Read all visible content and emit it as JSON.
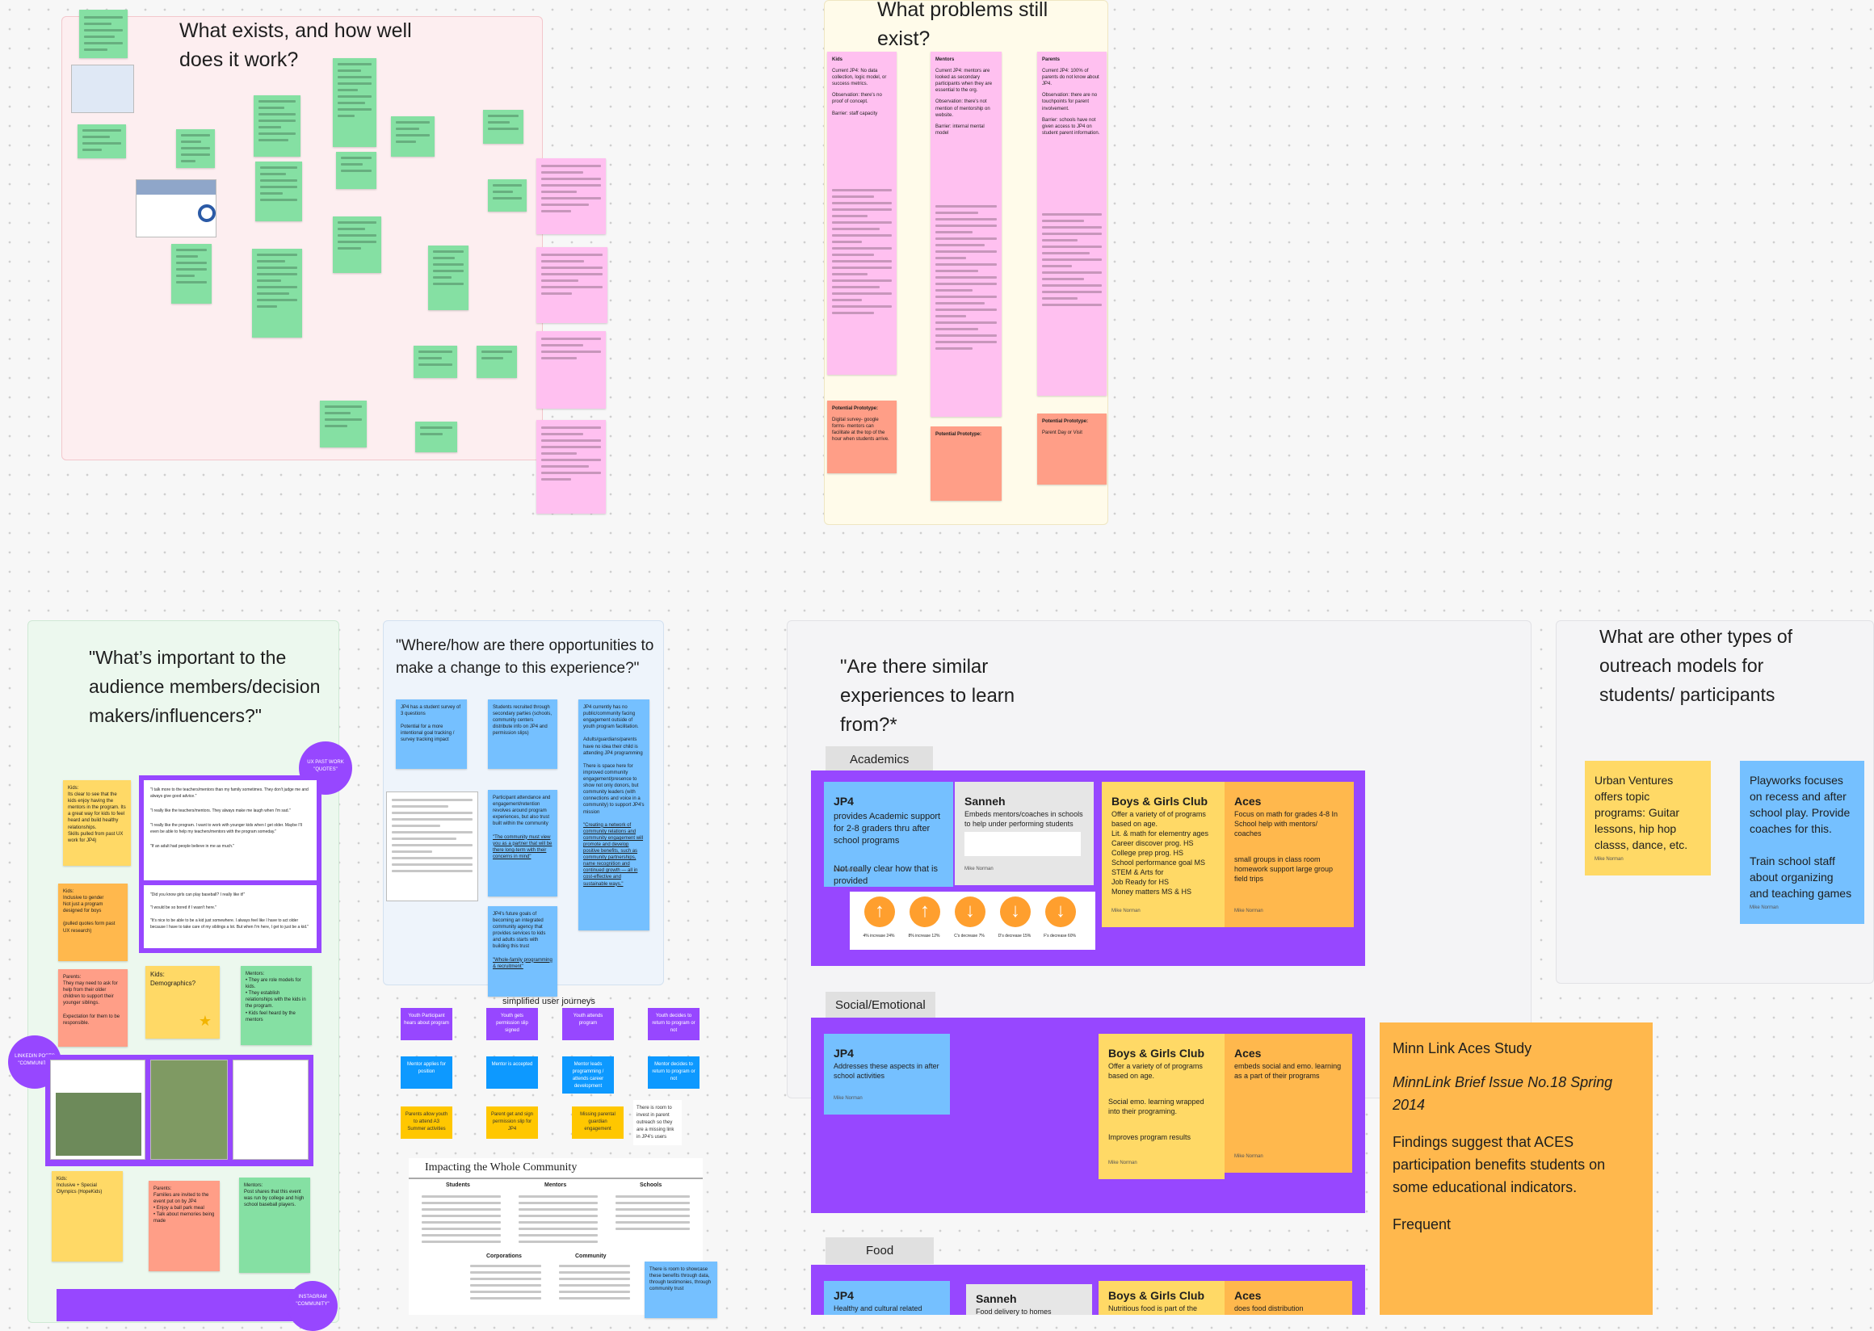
{
  "canvas": {
    "dot_color": "#cfcfcf",
    "background": "#f7f7f7"
  },
  "frames": {
    "what_exists": {
      "title": "What exists, and how well does it work?"
    },
    "problems": {
      "title": "What problems still exist?"
    },
    "important": {
      "title": "\"What’s important to the audience members/decision makers/influencers?\""
    },
    "opportunities": {
      "title": "\"Where/how are there opportunities to make a change to this experience?\""
    },
    "similar": {
      "title": "\"Are there similar experiences to learn from?*"
    },
    "outreach": {
      "title": "What are other types of outreach models for students/ participants"
    }
  },
  "problems": {
    "columns": [
      {
        "heading": "Kids",
        "current": "Current JP4: No data collection, logic model, or success metrics.",
        "observation": "Observation: there's no proof of concept.",
        "barrier": "Barrier: staff capacity",
        "prototype": "Potential Prototype:",
        "prototype_text": "Digital survey- google forms- mentors can facilitate at the top of the hour when students arrive."
      },
      {
        "heading": "Mentors",
        "current": "Current JP4: mentors are looked as secondary participants when they are essential to the org.",
        "observation": "Observation: there's not mention of mentorship on website.",
        "barrier": "Barrier: internal mental model",
        "prototype": "Potential Prototype:",
        "prototype_text": ""
      },
      {
        "heading": "Parents",
        "current": "Current JP4: 100% of parents do not know about JP4.",
        "observation": "Observation: there are no touchpoints for parent involvement.",
        "barrier": "Barrier: schools have not given access to JP4 on student parent information.",
        "prototype": "Potential Prototype:",
        "prototype_text": "Parent Day or Visit"
      }
    ]
  },
  "important": {
    "badge_top": "UX PAST WORK \"QUOTES\"",
    "badge_linkedin": "LINKEDIN POSTS \"COMMUNITY\"",
    "badge_instagram": "INSTAGRAM \"COMMUNITY\"",
    "kids_note": "Kids:\nIts clear to see that the kids enjoy having the mentors in the program. Its a great way for kids to feel heard and build healthy relationships.",
    "kids_note_source": "Skills pulled from past UX work for JP4)",
    "kids_gender": "Kids:\nInclusive to gender\nNot just a program designed for boys",
    "kids_gender_source": "(pulled quotes form past UX research)",
    "parents_note": "Parents:\nThey may need to ask for help from their older children to support their younger siblings.",
    "parents_expect": "Expectation for them to be responsible.",
    "kids_demo": "Kids:\nDemographics?",
    "mentors_note": "Mentors:\n• They are role models for kids.\n• They establish relationships with the kids in the program.\n• Kids feel heard by the mentors",
    "kids_inclusive": "Kids:\nInclusive + Special Olympics (HopeKids)",
    "parents_invite": "Parents:\nFamilies are invited to the event put on by JP4\n• Enjoy a ball park meal\n• Talk about memories being made",
    "mentors_post": "Mentors:\nPost shares that this event was run by college and high school baseball players.",
    "quotes1": [
      "\"I talk more to the teachers/mentors than my family sometimes. They don't judge me and always give good advice.\"",
      "\"I really like the teachers/mentors. They always make me laugh when I'm sad.\"",
      "\"I really like the program. I want to work with younger kids when I get older. Maybe I'll even be able to help my teachers/mentors with the program someday.\"",
      "\"If an adult had people believe in me as much.\""
    ],
    "quotes2": [
      "\"Did you know girls can play baseball? I really like it!\"",
      "\"I would be so bored if I wasn't here.\"",
      "\"It's nice to be able to be a kid just somewhere. I always feel like I have to act older because I have to take care of my siblings a lot. But when I'm here, I get to just be a kid.\""
    ]
  },
  "opportunities": {
    "note1": "JP4 has a student survey of 3 questions",
    "note1b": "Potential for a more intentional goal tracking / survey tracking impact",
    "note2": "Students recruited through secondary parties (schools, community centers distribute info on JP4 and permission slips)",
    "note3": "JP4 currently has no public/community facing engagement outside of youth program facilitation.",
    "note3b": "Adults/guardians/parents have no idea their child is attending JP4 programming",
    "note3c": "There is space here for improved community engagement/presence to show not only donors, but community leaders (with connections and voice in a community) to support JP4's mission",
    "note3d": "\"Creating a network of community relations and community engagement will promote and develop positive benefits, such as community partnerships, name recognition and continued growth — all in cost-effective and sustainable ways.\"",
    "note4": "Participant attendance and engagement/retention revolves around program experiences, but also trust built within the community",
    "note4b": "\"The community must view you as a partner that will be there long-term with their concerns in mind\"",
    "note5": "JP4's future goals of becoming an integrated community agency that provides services to kids and adults starts with building this trust",
    "note5b": "\"Whole-family programming & recruitment\"",
    "journeys_label": "simplified user journeys",
    "flow_row1": [
      "Youth Participant hears about program",
      "Youth gets permission slip signed",
      "Youth attends program",
      "Youth decides to return to program or not"
    ],
    "flow_row2": [
      "Mentor applies for position",
      "Mentor is accepted",
      "Mentor leads programming / attends career development",
      "Mentor decides to return to program or not"
    ],
    "flow_row3": [
      "Parents allow youth to attend A3 Summer activities",
      "Parent get and sign permission slip for JP4",
      "Missing parental guardian engagement",
      "There is room to invest in parent outreach so they are a missing link in JP4's users"
    ],
    "impact_title": "Impacting the Whole Community",
    "impact_cols": [
      "Students",
      "Mentors",
      "Schools"
    ],
    "impact_cols2": [
      "Corporations",
      "Community"
    ],
    "impact_note": "There is room to showcase these benefits through data, through testimonies, through community trust"
  },
  "similar": {
    "sections": [
      "Academics",
      "Social/Emotional",
      "Food"
    ],
    "academics": {
      "jp4_title": "JP4",
      "jp4_text": "provides Academic support for 2-8 graders thru after school programs",
      "jp4_text2": "Not really clear how that is provided",
      "jp4_author": "Mike Norman",
      "sanneh_title": "Sanneh",
      "sanneh_text": "Embeds mentors/coaches in schools to help under performing students",
      "sanneh_author": "Mike Norman",
      "bgc_title": "Boys & Girls Club",
      "bgc_text": "Offer a variety of of programs based on age.\nLit. & math for elementry ages\nCareer discover prog. HS\nCollege prep prog. HS\nSchool performance goal MS\nSTEM & Arts for\nJob Ready for HS\nMoney matters MS & HS",
      "bgc_author": "Mike Norman",
      "aces_title": "Aces",
      "aces_text": "Focus on math for grades 4-8 In School help with mentors/ coaches",
      "aces_text2": "small groups in class room homework support large group field trips",
      "aces_author": "Mike Norman",
      "stats": [
        "4% increase 24%",
        "8% increase 12%",
        "C's decrease 7%",
        "D's decrease 15%",
        "F's decrease 60%"
      ]
    },
    "social": {
      "jp4_title": "JP4",
      "jp4_text": "Addresses these aspects in after school activities",
      "jp4_author": "Mike Norman",
      "bgc_title": "Boys & Girls Club",
      "bgc_text": "Offer a variety of of programs based on age.",
      "bgc_text2": "Social emo. learning wrapped into their programing.",
      "bgc_text3": "Improves program results",
      "bgc_author": "Mike Norman",
      "aces_title": "Aces",
      "aces_text": "embeds social and emo. learning as a part of their programs",
      "aces_author": "Mike Norman"
    },
    "food": {
      "jp4_title": "JP4",
      "jp4_text": "Healthy and cultural related",
      "sanneh_title": "Sanneh",
      "sanneh_text": "Food delivery to homes",
      "bgc_title": "Boys & Girls Club",
      "bgc_text": "Nutritious food is part of the",
      "aces_title": "Aces",
      "aces_text": "does food distribution"
    },
    "minn": {
      "title": "Minn Link Aces Study",
      "citation": "MinnLink  Brief Issue No.18 Spring 2014",
      "findings": "Findings suggest that ACES participation benefits students on some educational indicators.",
      "frequent": "Frequent"
    }
  },
  "outreach": {
    "urban": "Urban Ventures offers topic programs: Guitar lessons, hip hop classs, dance, etc.",
    "urban_author": "Mike Norman",
    "playworks": "Playworks focuses on recess and after school play. Provide coaches for this.",
    "playworks2": "Train school staff about organizing and teaching games",
    "playworks_author": "Mike Norman"
  }
}
